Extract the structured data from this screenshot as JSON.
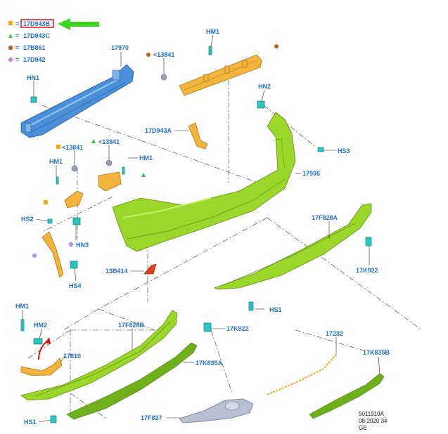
{
  "legend": {
    "items": [
      {
        "symbol": "square",
        "color": "#f2a81a",
        "sep": "=",
        "code": "17D943B",
        "highlighted": true
      },
      {
        "symbol": "triangle",
        "color": "#2ecc40",
        "sep": "=",
        "code": "17D943C"
      },
      {
        "symbol": "circle",
        "color": "#b5651d",
        "sep": "=",
        "code": "17B861"
      },
      {
        "symbol": "diamond",
        "color": "#c08adf",
        "sep": "=",
        "code": "17D942"
      }
    ],
    "arrow_color": "#3cd420",
    "highlight_color": "#e01010"
  },
  "labels": {
    "hm1_top": "HM1",
    "p13841_top": "<13841",
    "p17970": "17970",
    "hn1": "HN1",
    "hn2": "HN2",
    "p17d943a": "17D943A",
    "hs3": "HS3",
    "p13841_mid": "<13841",
    "p13841_mid2": "<13841",
    "hm1_mid": "HM1",
    "hm1_left": "HM1",
    "p17906": "17906",
    "hs2": "HS2",
    "p17f828a": "17F828A",
    "hn3": "HN3",
    "p13b414": "13B414",
    "p17k922_r": "17K922",
    "hs4": "HS4",
    "hs1_r": "HS1",
    "hm1_low": "HM1",
    "hm2": "HM2",
    "p17f828b": "17F828B",
    "p17k922_m": "17K922",
    "p17232": "17232",
    "p17810": "17810",
    "p17k835a": "17K835A",
    "p17k835b": "17K835B",
    "hs1_l": "HS1",
    "p17f827": "17F827"
  },
  "footer": {
    "line1": "5011910A",
    "line2": "08-2020 34",
    "line3": "GE"
  }
}
